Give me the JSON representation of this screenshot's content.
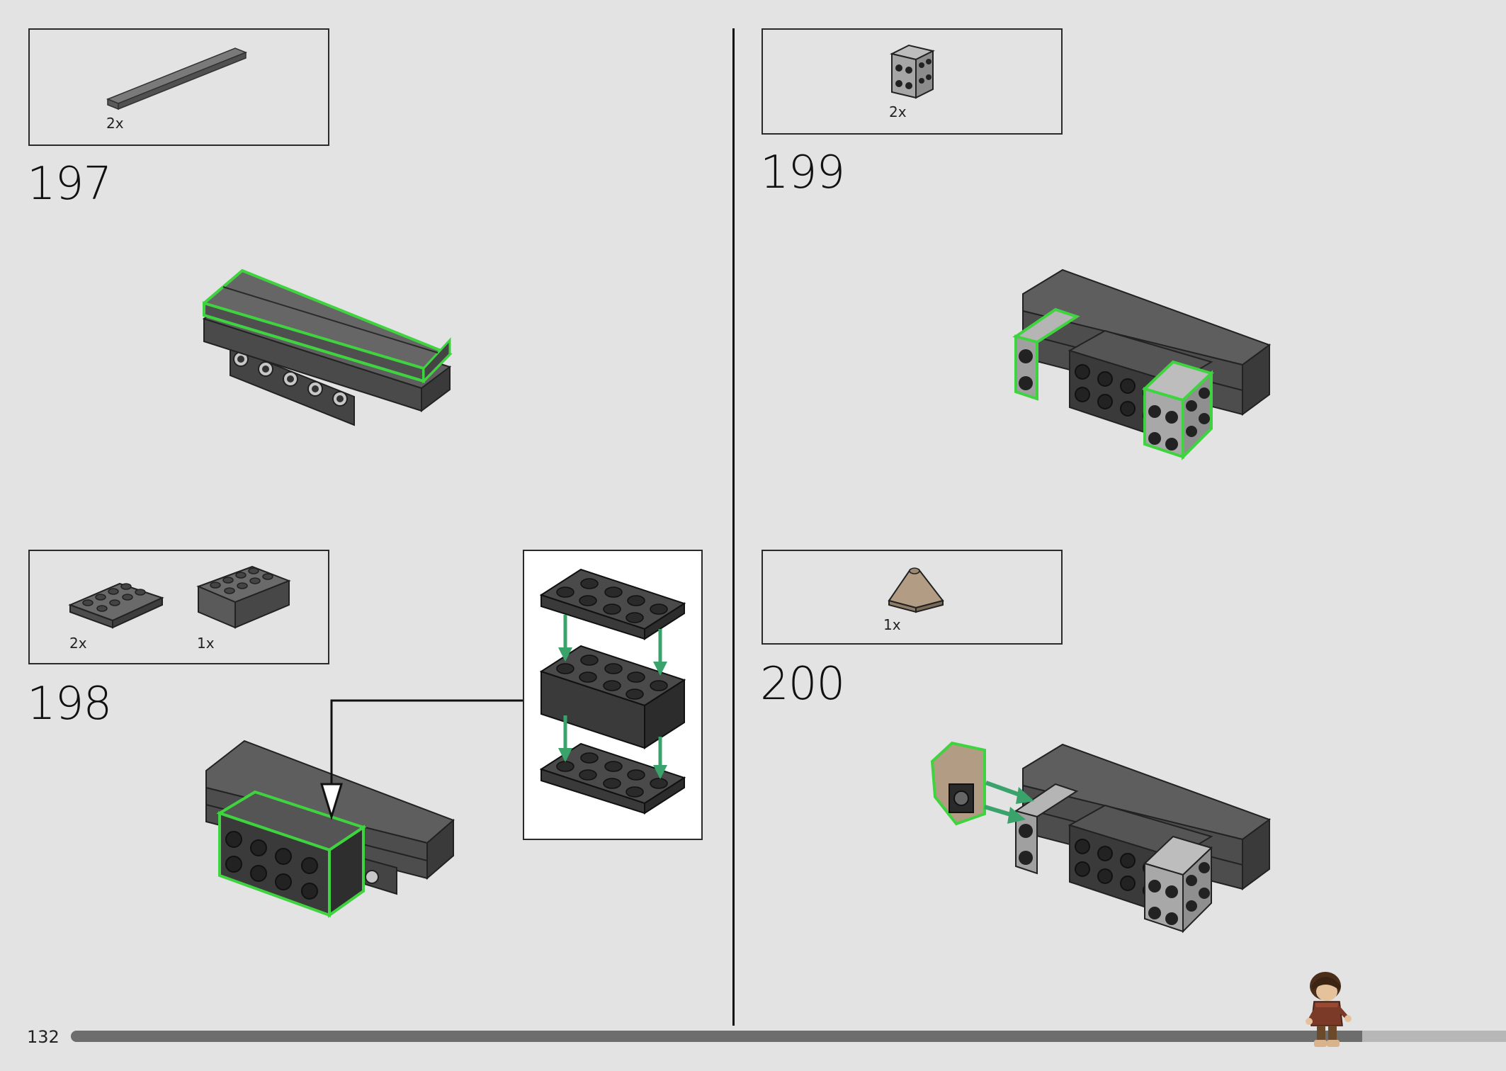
{
  "page_number": "132",
  "progress_fraction": 0.9,
  "colors": {
    "highlight": "#3fd43f",
    "dark_bluish_gray": "#5e5e5e",
    "light_bluish_gray": "#a9a9a9",
    "black": "#1b1b1b",
    "tan": "#b29c84",
    "arrow_green": "#3aa36b"
  },
  "steps": [
    {
      "number": "197",
      "parts": [
        {
          "qty": "2x",
          "part": "plate-1x8-dark-gray"
        }
      ]
    },
    {
      "number": "198",
      "parts": [
        {
          "qty": "2x",
          "part": "plate-2x4-dark-gray"
        },
        {
          "qty": "1x",
          "part": "brick-2x4-dark-gray"
        }
      ]
    },
    {
      "number": "199",
      "parts": [
        {
          "qty": "2x",
          "part": "brick-1x2x2-studs-side-light-gray"
        }
      ]
    },
    {
      "number": "200",
      "parts": [
        {
          "qty": "1x",
          "part": "slope-corner-tan"
        }
      ]
    }
  ],
  "mascot": "hobbit-minifigure-icon"
}
